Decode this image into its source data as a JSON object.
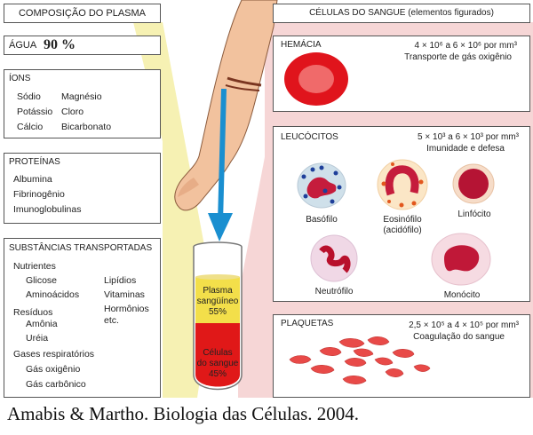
{
  "left": {
    "header": "COMPOSIÇÃO DO PLASMA",
    "agua": {
      "label": "ÁGUA",
      "value": "90 %"
    },
    "ions": {
      "title": "ÍONS",
      "col1": [
        "Sódio",
        "Potássio",
        "Cálcio"
      ],
      "col2": [
        "Magnésio",
        "Cloro",
        "Bicarbonato"
      ]
    },
    "proteinas": {
      "title": "PROTEÍNAS",
      "items": [
        "Albumina",
        "Fibrinogênio",
        "Imunoglobulinas"
      ]
    },
    "substancias": {
      "title": "SUBSTÂNCIAS TRANSPORTADAS",
      "nutrientes": "Nutrientes",
      "nutrient_items": [
        "Glicose",
        "Aminoácidos"
      ],
      "right_items": [
        "Lipídios",
        "Vitaminas",
        "Hormônios",
        "etc."
      ],
      "residuos": "Resíduos",
      "residuo_items": [
        "Amônia",
        "Uréia"
      ],
      "gases": "Gases respiratórios",
      "gas_items": [
        "Gás oxigênio",
        "Gás carbônico"
      ]
    }
  },
  "tube": {
    "plasma_label": [
      "Plasma",
      "sangüíneo",
      "55%"
    ],
    "cells_label": [
      "Células",
      "do sangue",
      "45%"
    ],
    "plasma_fraction": 0.55,
    "cells_fraction": 0.45
  },
  "right": {
    "header": "CÉLULAS DO SANGUE (elementos figurados)",
    "hemacia": {
      "title": "HEMÁCIA",
      "count": "4 × 10⁶ a 6 × 10⁶ por mm³",
      "desc": "Transporte de gás oxigênio"
    },
    "leucocitos": {
      "title": "LEUCÓCITOS",
      "count": "5 × 10³ a 6 × 10³ por mm³",
      "desc": "Imunidade e defesa",
      "cells": [
        "Basófilo",
        "Eosinófilo",
        "(acidófilo)",
        "Linfócito",
        "Neutrófilo",
        "Monócito"
      ]
    },
    "plaquetas": {
      "title": "PLAQUETAS",
      "count": "2,5 × 10⁵ a 4 × 10⁵ por mm³",
      "desc": "Coagulação do sangue"
    }
  },
  "caption": "Amabis & Martho. Biologia das Células. 2004.",
  "colors": {
    "yellow": "#f6f1b3",
    "pink": "#f6d6d6",
    "red": "#e01818",
    "arrow": "#1a8fd0",
    "plasma": "#f3df4a"
  }
}
